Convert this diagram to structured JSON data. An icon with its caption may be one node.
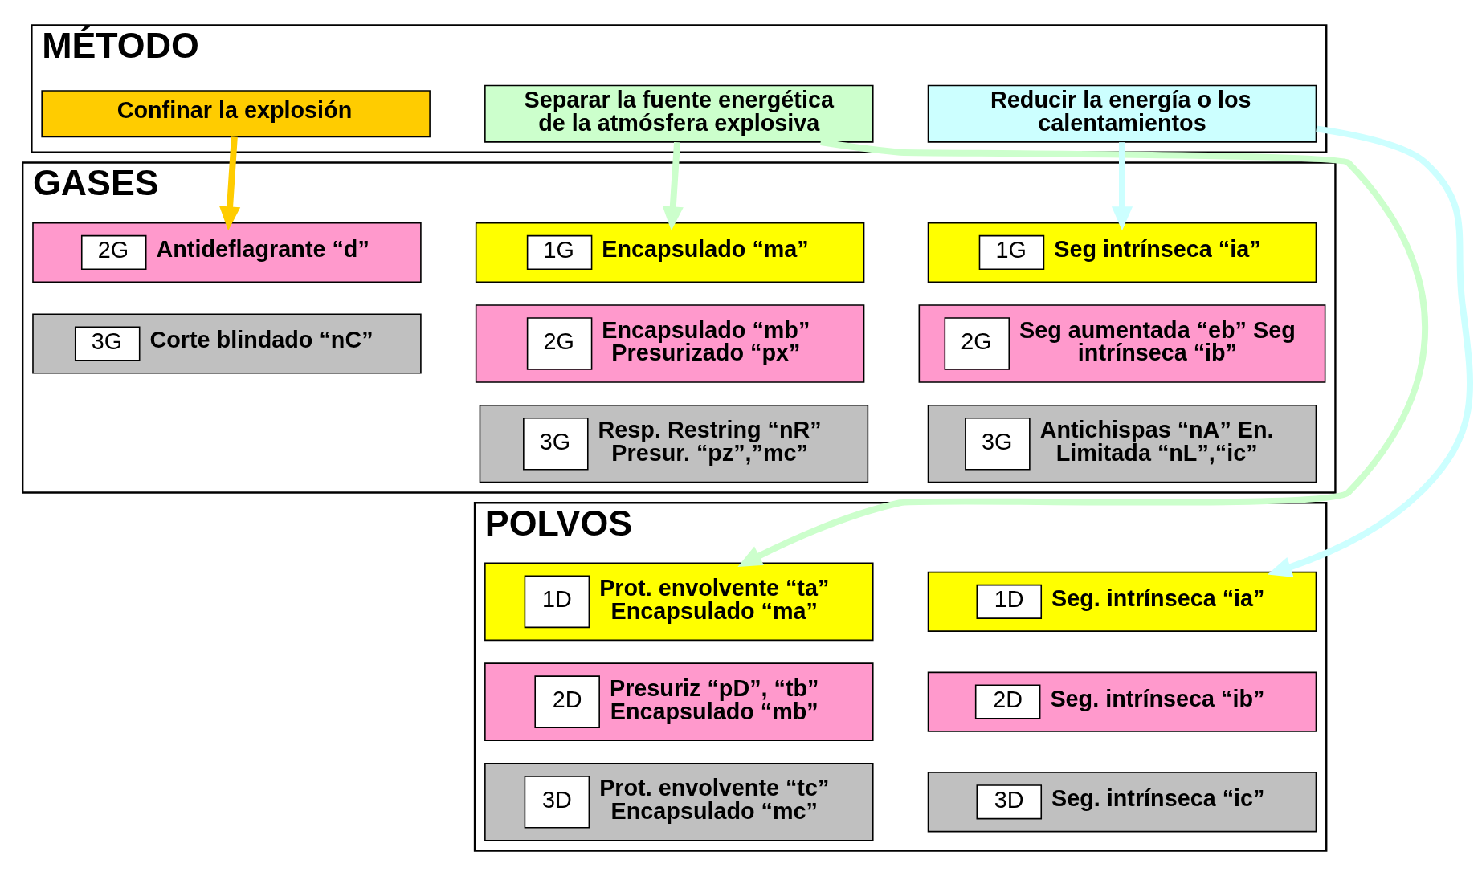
{
  "diagram": {
    "nodes": [
      {
        "text": [
          "MÉTODO"
        ]
      },
      {
        "text": [
          "Confinar la explosión"
        ],
        "in": 0
      },
      {
        "text": [
          "Separar la fuente energética de la atmósfera explosiva"
        ],
        "in": 0
      },
      {
        "text": [
          "Reducir la energía o los calentamientos"
        ],
        "in": 0
      },
      {
        "text": [
          "GASES"
        ]
      },
      {
        "text": [
          "2G",
          "Antideflagrante “d”"
        ],
        "in": 4
      },
      {
        "text": [
          "3G",
          "Corte blindado “nC”"
        ],
        "in": 4
      },
      {
        "text": [
          "1G",
          "Encapsulado “ma”"
        ],
        "in": 4
      },
      {
        "text": [
          "2G",
          "Encapsulado “mb” Presurizado “px”"
        ],
        "in": 4
      },
      {
        "text": [
          "3G",
          "Resp. Restring “nR” Presur. “pz”,”mc”"
        ],
        "in": 4
      },
      {
        "text": [
          "1G",
          "Seg intrínseca “ia”"
        ],
        "in": 4
      },
      {
        "text": [
          "2G",
          "Seg aumentada “eb” Seg intrínseca “ib”"
        ],
        "in": 4
      },
      {
        "text": [
          "3G",
          "Antichispas “nA” En. Limitada “nL”,“ic”"
        ],
        "in": 4
      },
      {
        "text": [
          "POLVOS"
        ]
      },
      {
        "text": [
          "1D",
          "Prot. envolvente “ta” Encapsulado “ma”"
        ],
        "in": 13
      },
      {
        "text": [
          "2D",
          "Presuriz “pD”, “tb” Encapsulado “mb”"
        ],
        "in": 13
      },
      {
        "text": [
          "3D",
          "Prot. envolvente “tc” Encapsulado “mc”"
        ],
        "in": 13
      },
      {
        "text": [
          "1D",
          "Seg. intrínseca “ia”"
        ],
        "in": 13
      },
      {
        "text": [
          "2D",
          "Seg. intrínseca “ib”"
        ],
        "in": 13
      },
      {
        "text": [
          "3D",
          "Seg. intrínseca “ic”"
        ],
        "in": 13
      }
    ],
    "edges": [
      {
        "from": 1,
        "to": 5,
        "arrow": "to",
        "color": "#ffcc00"
      },
      {
        "from": 2,
        "to": 7,
        "arrow": "to",
        "color": "#ccffcc"
      },
      {
        "from": 2,
        "to": 14,
        "arrow": "to",
        "color": "#ccffcc"
      },
      {
        "from": 3,
        "to": 10,
        "arrow": "to",
        "color": "#ccffff"
      },
      {
        "from": 3,
        "to": 17,
        "arrow": "to",
        "color": "#ccffff"
      }
    ]
  }
}
